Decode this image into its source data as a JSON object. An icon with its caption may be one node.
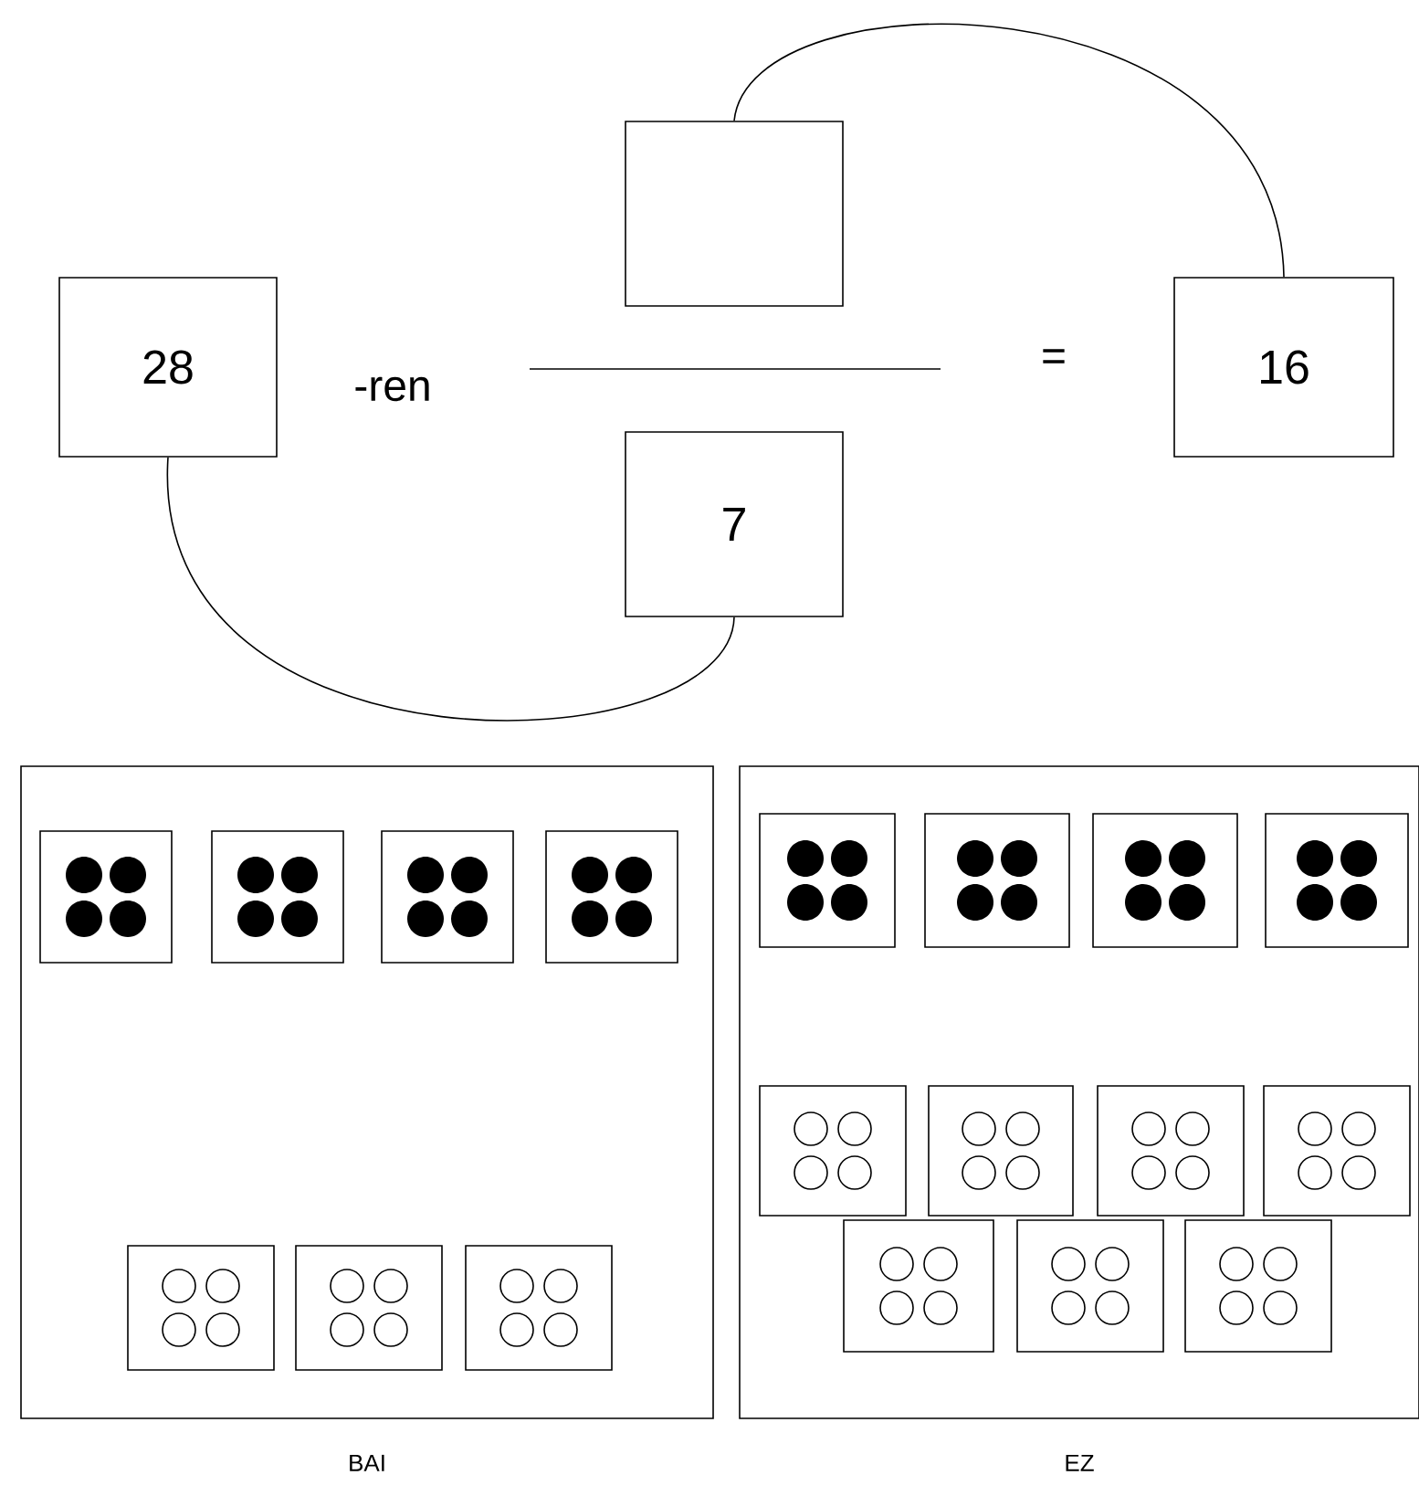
{
  "diagram": {
    "nodes": [
      {
        "text": [
          "28"
        ]
      },
      {
        "text": [],
        "shape": "box"
      },
      {
        "text": [
          "7"
        ]
      },
      {
        "text": [
          "16"
        ]
      },
      {
        "text": [
          "BAI"
        ]
      },
      {
        "text": [],
        "shape": "box",
        "in": 4
      },
      {
        "text": [],
        "shape": "box",
        "in": 4
      },
      {
        "text": [],
        "shape": "box",
        "in": 4
      },
      {
        "text": [],
        "shape": "box",
        "in": 4
      },
      {
        "text": [],
        "shape": "box",
        "in": 4
      },
      {
        "text": [],
        "shape": "box",
        "in": 4
      },
      {
        "text": [],
        "shape": "box",
        "in": 4
      },
      {
        "text": [
          "EZ"
        ]
      },
      {
        "text": [],
        "shape": "box",
        "in": 12
      },
      {
        "text": [],
        "shape": "box",
        "in": 12
      },
      {
        "text": [],
        "shape": "box",
        "in": 12
      },
      {
        "text": [],
        "shape": "box",
        "in": 12
      },
      {
        "text": [],
        "shape": "box",
        "in": 12
      },
      {
        "text": [],
        "shape": "box",
        "in": 12
      },
      {
        "text": [],
        "shape": "box",
        "in": 12
      },
      {
        "text": [],
        "shape": "box",
        "in": 12
      },
      {
        "text": [],
        "shape": "box",
        "in": 12
      },
      {
        "text": [],
        "shape": "box",
        "in": 12
      },
      {
        "text": [],
        "shape": "box",
        "in": 12
      }
    ],
    "edges": [
      {
        "from": 1,
        "to": 3,
        "arrow": "none"
      },
      {
        "from": 0,
        "to": 2,
        "arrow": "none"
      }
    ],
    "labels": [
      "-ren",
      "="
    ]
  }
}
